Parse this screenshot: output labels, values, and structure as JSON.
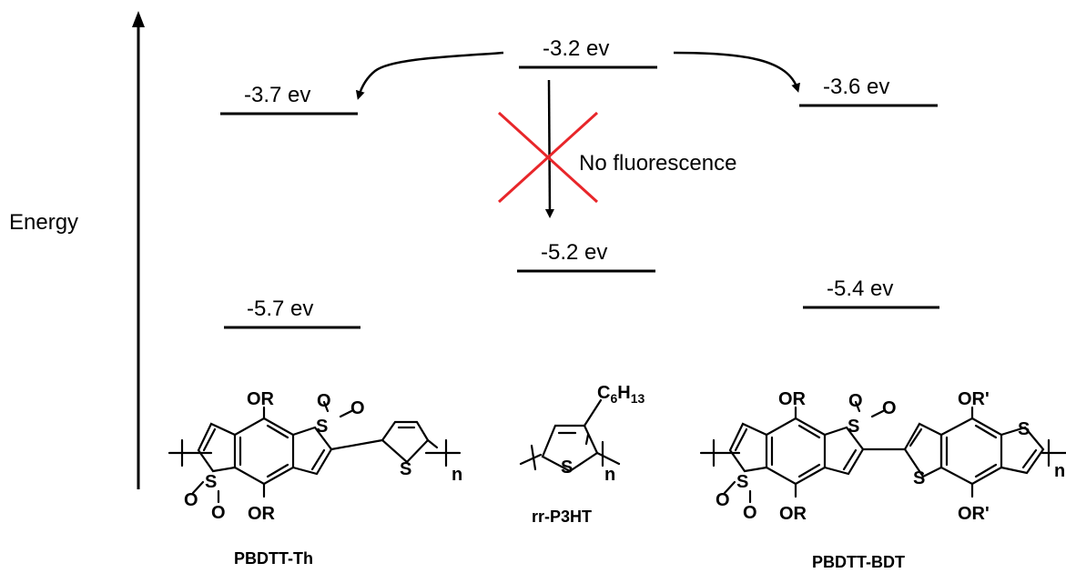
{
  "axis": {
    "label": "Energy"
  },
  "levels": {
    "th_lumo": "-3.7 ev",
    "th_homo": "-5.7 ev",
    "p3ht_lumo": "-3.2 ev",
    "p3ht_homo": "-5.2 ev",
    "bdt_lumo": "-3.6 ev",
    "bdt_homo": "-5.4 ev"
  },
  "annotation": {
    "text": "No fluorescence",
    "cross_color": "#e8262a"
  },
  "molecules": {
    "th": {
      "name": "PBDTT-Th",
      "sub_top": "OR",
      "sub_bottom": "OR",
      "s_top": "S",
      "s_bottom": "S",
      "o": "O",
      "thiophene_s": "S",
      "repeat": "n"
    },
    "p3ht": {
      "name": "rr-P3HT",
      "chain_c": "C",
      "chain_c_n": "6",
      "chain_h": "H",
      "chain_h_n": "13",
      "s": "S",
      "repeat": "n"
    },
    "bdt": {
      "name": "PBDTT-BDT",
      "sub_top": "OR",
      "sub_bottom": "OR",
      "sub_top_r": "OR'",
      "sub_bottom_r": "OR'",
      "s_top": "S",
      "s_bottom": "S",
      "o": "O",
      "s_right_top": "S",
      "s_right_bottom": "S",
      "repeat": "n"
    }
  }
}
